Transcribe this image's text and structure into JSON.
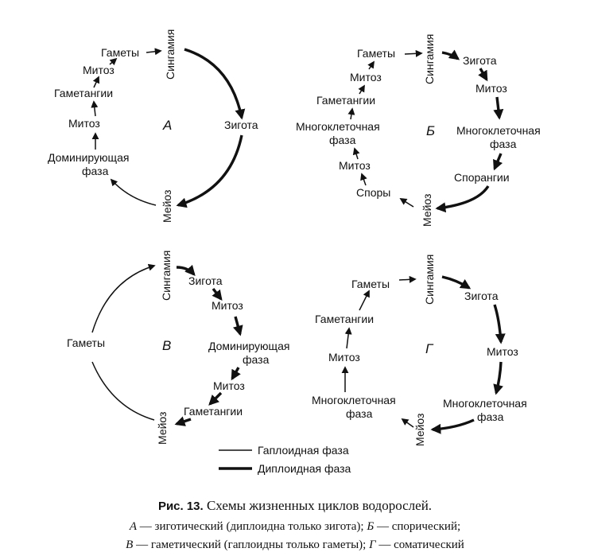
{
  "A": {
    "letter": "А",
    "syngamy": "Сингамия",
    "zygote": "Зигота",
    "meiosis": "Мейоз",
    "dominant_1": "Доминирующая",
    "dominant_2": "фаза",
    "mitosis_1": "Митоз",
    "gametangia": "Гаметангии",
    "mitosis_2": "Митоз",
    "gametes": "Гаметы"
  },
  "B": {
    "letter": "Б",
    "syngamy": "Сингамия",
    "zygote": "Зигота",
    "mitosis_1": "Митоз",
    "multi_1": "Многоклеточная",
    "multi_2": "фаза",
    "sporangia": "Спорангии",
    "meiosis": "Мейоз",
    "spores": "Споры",
    "mitosis_2": "Митоз",
    "multi_h1": "Многоклеточная",
    "multi_h2": "фаза",
    "gametangia": "Гаметангии",
    "mitosis_3": "Митоз",
    "gametes": "Гаметы"
  },
  "V": {
    "letter": "В",
    "syngamy": "Сингамия",
    "zygote": "Зигота",
    "mitosis_1": "Митоз",
    "dominant_1": "Доминирующая",
    "dominant_2": "фаза",
    "mitosis_2": "Митоз",
    "gametangia": "Гаметангии",
    "meiosis": "Мейоз",
    "gametes": "Гаметы"
  },
  "G": {
    "letter": "Г",
    "syngamy": "Сингамия",
    "zygote": "Зигота",
    "mitosis_1": "Митоз",
    "multi_1": "Многоклеточная",
    "multi_2": "фаза",
    "meiosis": "Мейоз",
    "multi_h1": "Многоклеточная",
    "multi_h2": "фаза",
    "mitosis_2": "Митоз",
    "gametangia": "Гаметангии",
    "gametes": "Гаметы"
  },
  "legend": {
    "haploid": "Гаплоидная фаза",
    "diploid": "Диплоидная фаза"
  },
  "caption": {
    "fig_label": "Рис. 13.",
    "title": "Схемы жизненных циклов водорослей.",
    "l1_a": "А",
    "l1_a_text": " — зиготический (диплоидна только зигота); ",
    "l1_b": "Б",
    "l1_b_text": " — спорический;",
    "l2_v": "В",
    "l2_v_text": " — гаметический (гаплоидны только гаметы); ",
    "l2_g": "Г",
    "l2_g_text": " — соматический"
  }
}
